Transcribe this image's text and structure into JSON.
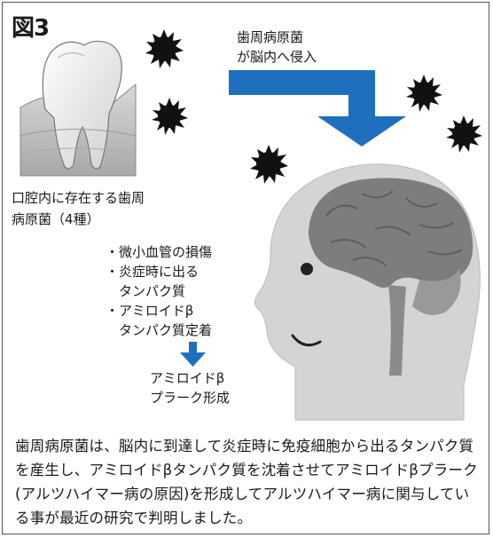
{
  "figure_label": "図3",
  "tooth_caption": {
    "line1": "口腔内に存在する歯周",
    "line2": "病原菌（4種）"
  },
  "invasion_caption": {
    "line1": "歯周病原菌",
    "line2": "が脳内へ侵入"
  },
  "damage_list": [
    "・微小血管の損傷",
    "・炎症時に出る",
    "　タンパク質",
    "・アミロイドβ",
    "　タンパク質定着"
  ],
  "result": {
    "line1": "アミロイドβ",
    "line2": "プラーク形成"
  },
  "summary": "歯周病原菌は、脳内に到達して炎症時に免疫細胞から出るタンパク質を産生し、アミロイドβタンパク質を沈着させてアミロイドβプラーク(アルツハイマー病の原因)を形成してアルツハイマー病に関与している事が最近の研究で判明しました。",
  "colors": {
    "arrow_blue": "#1f6fbf",
    "bacteria": "#111111",
    "head_gray": "#cfcfcf",
    "brain_gray": "#7d7d7d"
  }
}
